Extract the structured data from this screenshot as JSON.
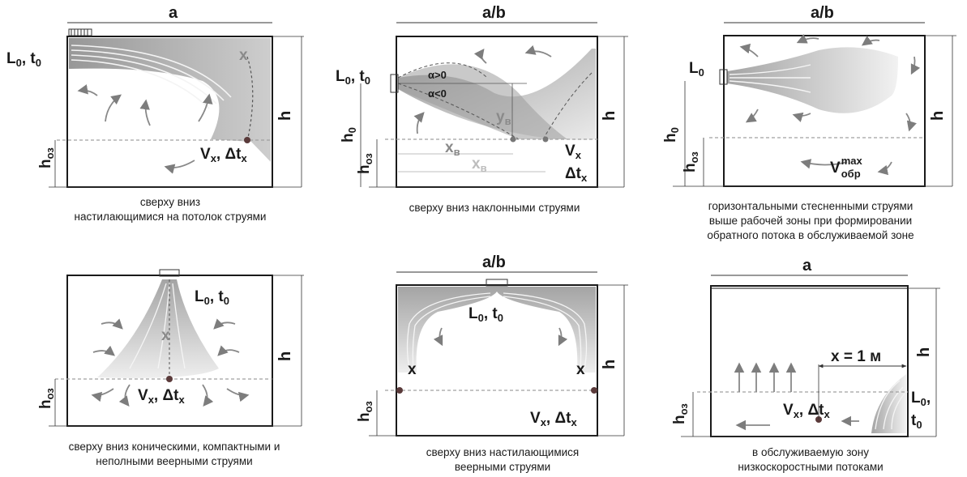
{
  "panels": [
    {
      "width_label": "a",
      "height_label": "h",
      "zone_label": "h",
      "zone_sub": "оз",
      "source_label": "L",
      "source_sub": "0",
      "temp_label": ", t",
      "temp_sub": "0",
      "x_label": "x",
      "velocity_label": "V",
      "velocity_sub": "x",
      "dt_label": ", Δt",
      "dt_sub": "x",
      "caption": [
        "сверху вниз",
        "настилающимися на потолок струями"
      ]
    },
    {
      "width_label": "a/b",
      "height_label": "h",
      "h0_label": "h",
      "h0_sub": "0",
      "zone_label": "h",
      "zone_sub": "оз",
      "source_label": "L",
      "source_sub": "0",
      "temp_label": ", t",
      "temp_sub": "0",
      "alpha_pos": "α>0",
      "alpha_neg": "α<0",
      "yb_label": "y",
      "yb_sub": "в",
      "xb_label": "x",
      "xb_sub": "в",
      "xb2_label": "x",
      "xb2_sub": "в",
      "velocity_label": "V",
      "velocity_sub": "x",
      "dt_label": "Δt",
      "dt_sub": "x",
      "caption": [
        "сверху вниз наклонными струями"
      ]
    },
    {
      "width_label": "a/b",
      "height_label": "h",
      "h0_label": "h",
      "h0_sub": "0",
      "zone_label": "h",
      "zone_sub": "оз",
      "source_label": "L",
      "source_sub": "0",
      "vrev_label": "V",
      "vrev_sub": "обр",
      "vrev_sup": "max",
      "caption": [
        "горизонтальными стесненными струями",
        "выше рабочей зоны при формировании",
        "обратного потока в обслуживаемой зоне"
      ]
    },
    {
      "height_label": "h",
      "zone_label": "h",
      "zone_sub": "оз",
      "source_label": "L",
      "source_sub": "0",
      "temp_label": ", t",
      "temp_sub": "0",
      "x_label": "x",
      "velocity_label": "V",
      "velocity_sub": "x",
      "dt_label": ", Δt",
      "dt_sub": "x",
      "caption": [
        "сверху вниз коническими, компактными и",
        "неполными веерными струями"
      ]
    },
    {
      "width_label": "a/b",
      "height_label": "h",
      "zone_label": "h",
      "zone_sub": "оз",
      "source_label": "L",
      "source_sub": "0",
      "temp_label": ", t",
      "temp_sub": "0",
      "x_left": "x",
      "x_right": "x",
      "velocity_label": "V",
      "velocity_sub": "x",
      "dt_label": ", Δt",
      "dt_sub": "x",
      "caption": [
        "сверху вниз настилающимися",
        "веерными струями"
      ]
    },
    {
      "width_label": "a",
      "height_label": "h",
      "zone_label": "h",
      "zone_sub": "оз",
      "x_eq": "x = 1 м",
      "source_label": "L",
      "source_sub": "0",
      "source_comma": ",",
      "temp_label": "t",
      "temp_sub": "0",
      "velocity_label": "V",
      "velocity_sub": "x",
      "dt_label": ", Δt",
      "dt_sub": "x",
      "caption": [
        "в обслуживаемую зону",
        "низкоскоростными потоками"
      ]
    }
  ],
  "colors": {
    "ink": "#1a1a1a",
    "jet": "#9a9a9a",
    "arrow": "#808080",
    "zone_line": "#9a9a9a"
  }
}
